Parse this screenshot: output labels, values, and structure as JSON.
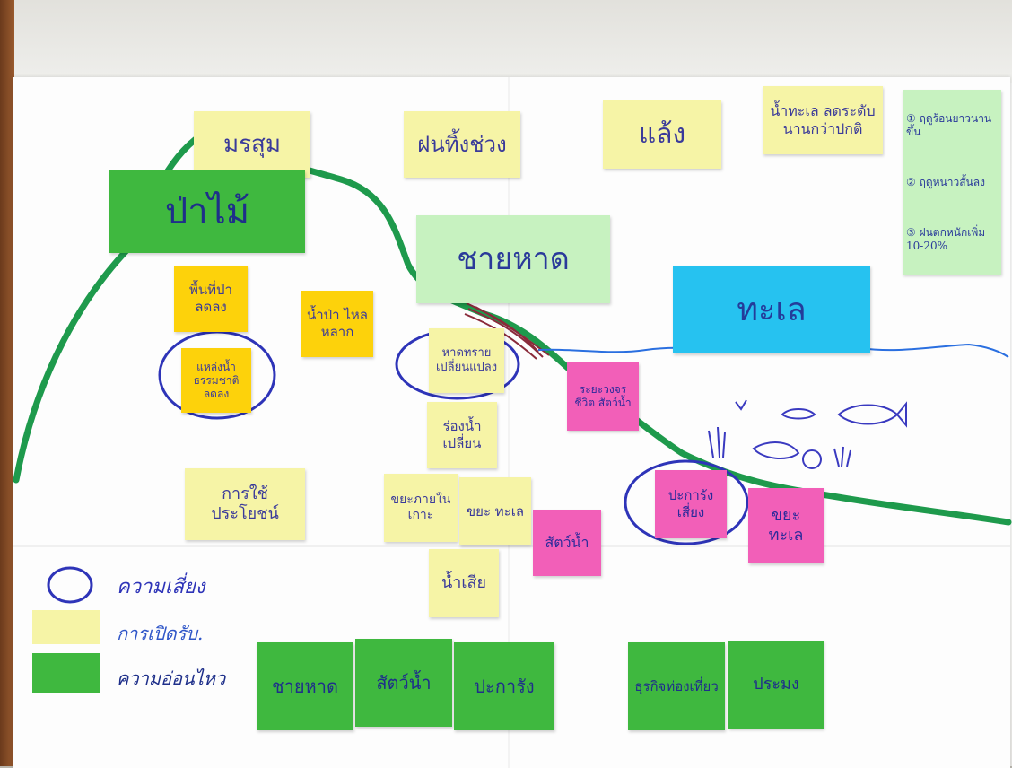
{
  "colors": {
    "green_line": "#1e9a4c",
    "blue_ink": "#2e34b8",
    "sea_line": "#2a6fe0",
    "yellow_note": "#f6f4a6",
    "orange_note": "#fdd20b",
    "green_note": "#3fb83f",
    "light_green_note": "#c7f2c0",
    "blue_note": "#26c2f0",
    "pink_note": "#f25fb8"
  },
  "notes": {
    "monsoon": "มรสุม",
    "rain_all": "ฝนทิ้งช่วง",
    "drought": "แล้ง",
    "sea_level": "น้ำทะเล ลดระดับ นานกว่าปกติ",
    "forest": "ป่าไม้",
    "beach": "ชายหาด",
    "sea": "ทะเล",
    "forest_decrease": "พื้นที่ป่า ลดลง",
    "forest_water": "น้ำป่า ไหลหลาก",
    "water_source": "แหล่งน้ำ ธรรมชาติ ลดลง",
    "sand_change": "หาดทราย เปลี่ยนแปลง",
    "channel_shift": "ร่องน้ำ เปลี่ยน",
    "aquatic_change": "ระยะวงจรชีวิต สัตว์น้ำ",
    "land_use": "การใช้ประโยชน์",
    "island_waste": "ขยะภายใน เกาะ",
    "sea_waste_1": "ขยะ ทะเล",
    "aquatic": "สัตว์น้ำ",
    "wastewater": "น้ำเสีย",
    "coral_risk": "ปะการัง เสี่ยง",
    "sea_waste_2": "ขยะ ทะเล",
    "side_notes": [
      "① ฤดูร้อนยาวนาน ขึ้น",
      "② ฤดูหนาวสั้นลง",
      "③ ฝนตกหนักเพิ่ม 10-20%"
    ]
  },
  "bottom_notes": [
    "ชายหาด",
    "สัตว์น้ำ",
    "ปะการัง",
    "ธุรกิจท่องเที่ยว",
    "ประมง"
  ],
  "legend": {
    "risk": "ความเสี่ยง",
    "exposure": "การเปิดรับ.",
    "sensitivity": "ความอ่อนไหว"
  }
}
